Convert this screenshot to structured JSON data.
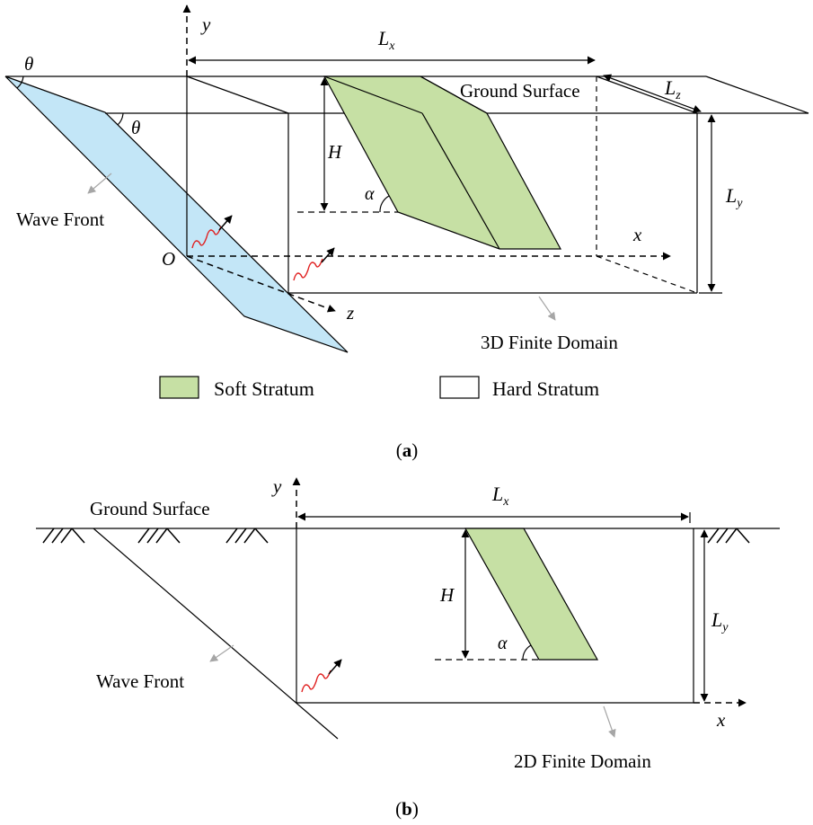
{
  "panel_a": {
    "label_open": "(",
    "label_letter": "a",
    "label_close": ")",
    "ground_surface": "Ground Surface",
    "wave_front": "Wave Front",
    "finite_domain": "3D Finite Domain",
    "legend": {
      "soft": "Soft Stratum",
      "hard": "Hard Stratum"
    },
    "symbols": {
      "theta": "θ",
      "alpha": "α",
      "H": "H",
      "O": "O",
      "x": "x",
      "y": "y",
      "z": "z",
      "Lx_main": "L",
      "Lx_sub": "x",
      "Ly_main": "L",
      "Ly_sub": "y",
      "Lz_main": "L",
      "Lz_sub": "z"
    }
  },
  "panel_b": {
    "label_open": "(",
    "label_letter": "b",
    "label_close": ")",
    "ground_surface": "Ground Surface",
    "wave_front": "Wave Front",
    "finite_domain": "2D Finite Domain",
    "symbols": {
      "alpha": "α",
      "H": "H",
      "x": "x",
      "y": "y",
      "Lx_main": "L",
      "Lx_sub": "x",
      "Ly_main": "L",
      "Ly_sub": "y"
    }
  },
  "colors": {
    "soft_stratum": "#c6e0a4",
    "wave_front_fill": "#c3e6f7",
    "wave_arrow": "#e02020",
    "leader_line": "#a6a6a6"
  }
}
